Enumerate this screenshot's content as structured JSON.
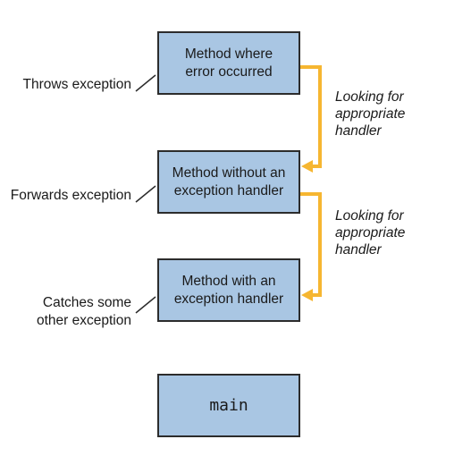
{
  "boxes": {
    "error": "Method where\nerror occurred",
    "forwarder": "Method without an\nexception handler",
    "catcher": "Method with an\nexception handler",
    "main": "main"
  },
  "side_labels": {
    "throws": "Throws exception",
    "forwards": "Forwards exception",
    "catches": "Catches some\nother exception"
  },
  "handler_labels": {
    "first": "Looking for\nappropriate\nhandler",
    "second": "Looking for\nappropriate\nhandler"
  },
  "colors": {
    "box_fill": "#a9c6e3",
    "arrow": "#f6b631"
  }
}
